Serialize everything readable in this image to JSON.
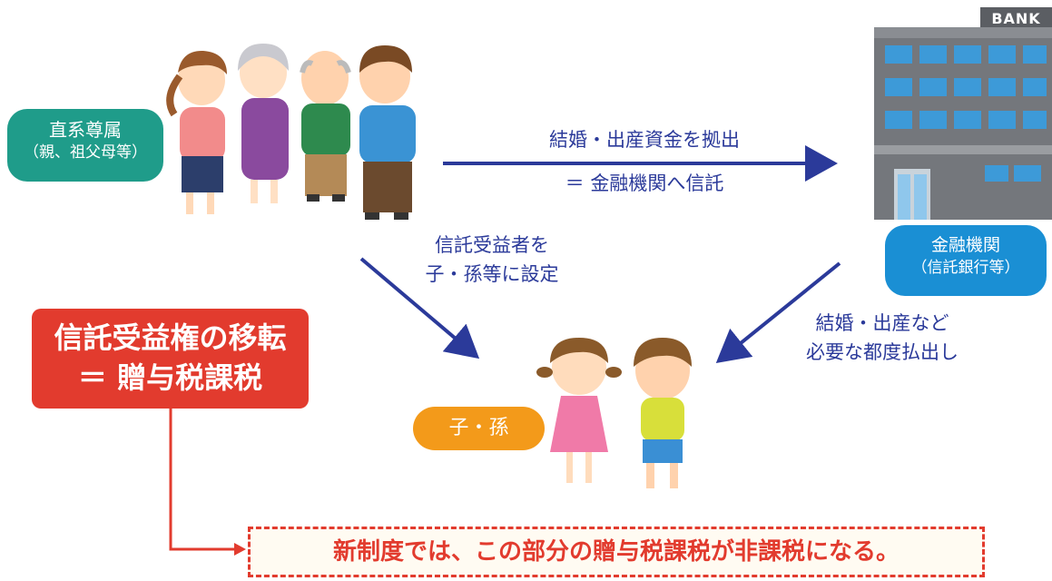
{
  "parents_label": {
    "line1": "直系尊属",
    "line2": "（親、祖父母等）"
  },
  "bank_sign": "BANK",
  "bank_label": {
    "line1": "金融機関",
    "line2": "（信託銀行等）"
  },
  "child_label": "子・孫",
  "arrow_deposit": {
    "line1": "結婚・出産資金を拠出",
    "line2": "＝ 金融機関へ信託"
  },
  "arrow_beneficiary": {
    "line1": "信託受益者を",
    "line2": "子・孫等に設定"
  },
  "arrow_payout": {
    "line1": "結婚・出産など",
    "line2": "必要な都度払出し"
  },
  "tax_box": {
    "line1": "信託受益権の移転",
    "line2": "＝ 贈与税課税"
  },
  "note": "新制度では、この部分の贈与税課税が非課税になる。",
  "colors": {
    "green": "#1f9c8a",
    "blue": "#1a8fd4",
    "orange": "#f39a1a",
    "red": "#e23b2e",
    "arrow": "#2b3a9a"
  }
}
